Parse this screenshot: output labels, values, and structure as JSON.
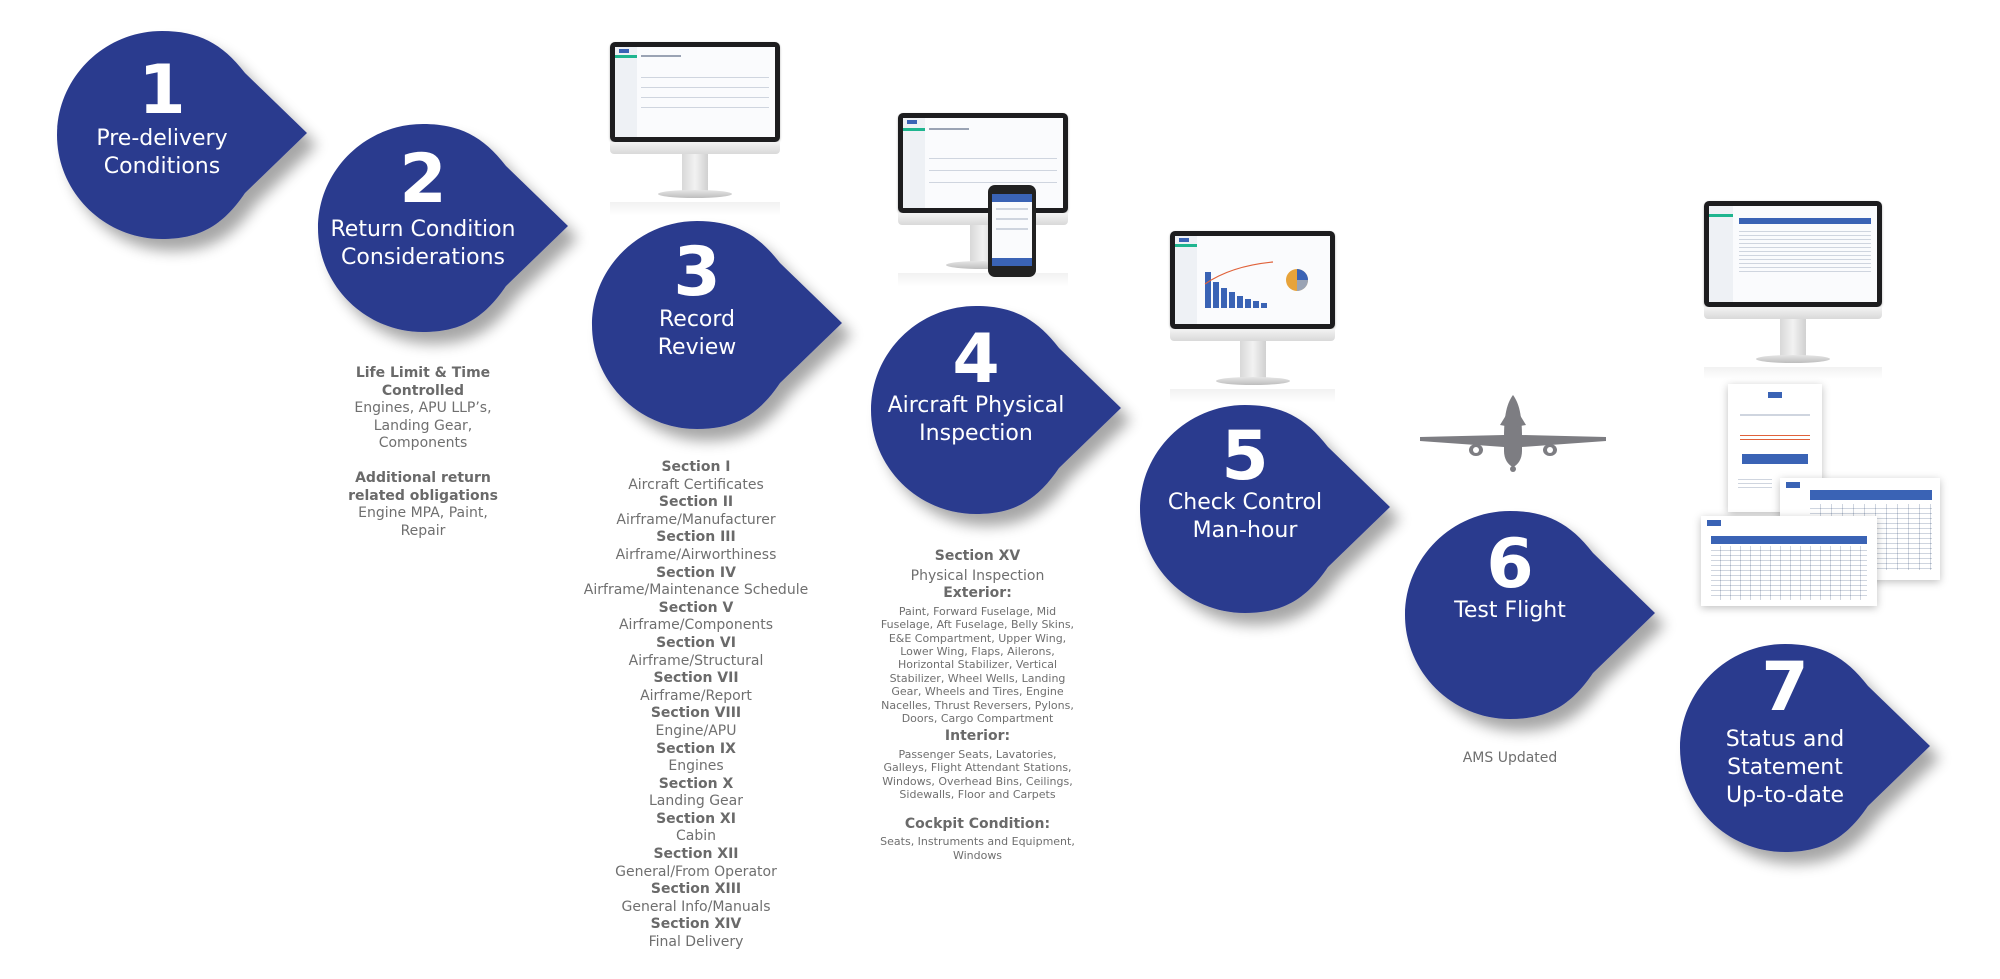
{
  "colors": {
    "bubble": "#2c3a8e",
    "note_text": "#6f6f6f",
    "plane": "#7d7d82",
    "accent_green": "#1fb58f",
    "app_blue": "#3a63b5"
  },
  "icons": {
    "monitor": "monitor-icon",
    "phone": "smartphone-icon",
    "plane": "airplane-icon",
    "document": "document-icon"
  },
  "steps": [
    {
      "num": "1",
      "title": "Pre-delivery\nConditions"
    },
    {
      "num": "2",
      "title": "Return Condition\nConsiderations"
    },
    {
      "num": "3",
      "title": "Record\nReview"
    },
    {
      "num": "4",
      "title": "Aircraft Physical\nInspection"
    },
    {
      "num": "5",
      "title": "Check Control\nMan-hour"
    },
    {
      "num": "6",
      "title": "Test Flight"
    },
    {
      "num": "7",
      "title": "Status and\nStatement\nUp-to-date"
    }
  ],
  "step2_notes": {
    "h1": "Life Limit & Time\nControlled",
    "t1": "Engines, APU LLP’s,\nLanding Gear,\nComponents",
    "h2": "Additional return\nrelated obligations",
    "t2": "Engine MPA, Paint,\nRepair"
  },
  "sections": [
    {
      "h": "Section I",
      "t": "Aircraft Certificates"
    },
    {
      "h": "Section II",
      "t": "Airframe/Manufacturer"
    },
    {
      "h": "Section III",
      "t": "Airframe/Airworthiness"
    },
    {
      "h": "Section IV",
      "t": "Airframe/Maintenance Schedule"
    },
    {
      "h": "Section V",
      "t": "Airframe/Components"
    },
    {
      "h": "Section VI",
      "t": "Airframe/Structural"
    },
    {
      "h": "Section VII",
      "t": "Airframe/Report"
    },
    {
      "h": "Section VIII",
      "t": "Engine/APU"
    },
    {
      "h": "Section IX",
      "t": "Engines"
    },
    {
      "h": "Section X",
      "t": "Landing Gear"
    },
    {
      "h": "Section XI",
      "t": "Cabin"
    },
    {
      "h": "Section XII",
      "t": "General/From Operator"
    },
    {
      "h": "Section XIII",
      "t": "General Info/Manuals"
    },
    {
      "h": "Section XIV",
      "t": "Final Delivery"
    }
  ],
  "inspection": {
    "h": "Section XV",
    "t": "Physical Inspection",
    "exterior_h": "Exterior:",
    "exterior_t": "Paint, Forward Fuselage, Mid\nFuselage, Aft Fuselage, Belly Skins,\nE&E Compartment, Upper Wing,\nLower Wing, Flaps, Ailerons,\nHorizontal Stabilizer, Vertical\nStabilizer, Wheel Wells, Landing\nGear, Wheels and Tires, Engine\nNacelles, Thrust Reversers, Pylons,\nDoors, Cargo Compartment",
    "interior_h": "Interior:",
    "interior_t": "Passenger Seats, Lavatories,\nGalleys, Flight Attendant Stations,\nWindows, Overhead Bins, Ceilings,\nSidewalls, Floor and Carpets",
    "cockpit_h": "Cockpit Condition:",
    "cockpit_t": "Seats, Instruments and Equipment,\nWindows"
  },
  "step6_note": "AMS Updated"
}
